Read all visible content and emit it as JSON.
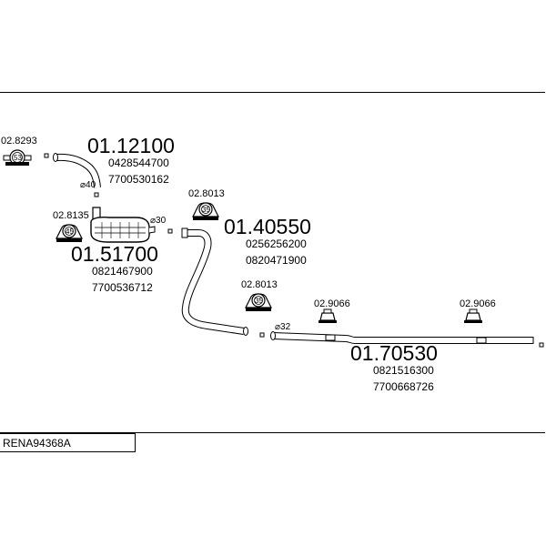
{
  "diagram_code": "RENA94368A",
  "parts": {
    "p1": {
      "number": "01.12100",
      "refs": [
        "0428544700",
        "7700530162"
      ],
      "diameter": "⌀40"
    },
    "p2": {
      "number": "01.51700",
      "refs": [
        "0821467900",
        "7700536712"
      ],
      "diameter": "⌀30"
    },
    "p3": {
      "number": "01.40550",
      "refs": [
        "0256256200",
        "0820471900"
      ]
    },
    "p4": {
      "number": "01.70530",
      "refs": [
        "0821516300",
        "7700668726"
      ],
      "diameter": "⌀32"
    }
  },
  "accessories": {
    "a1": {
      "number": "02.8293",
      "size": "53"
    },
    "a2": {
      "number": "02.8135",
      "size": "45"
    },
    "a3": {
      "number": "02.8013",
      "size": "35"
    },
    "a4": {
      "number": "02.8013",
      "size": "35"
    },
    "a5": {
      "number": "02.9066"
    },
    "a6": {
      "number": "02.9066"
    }
  }
}
